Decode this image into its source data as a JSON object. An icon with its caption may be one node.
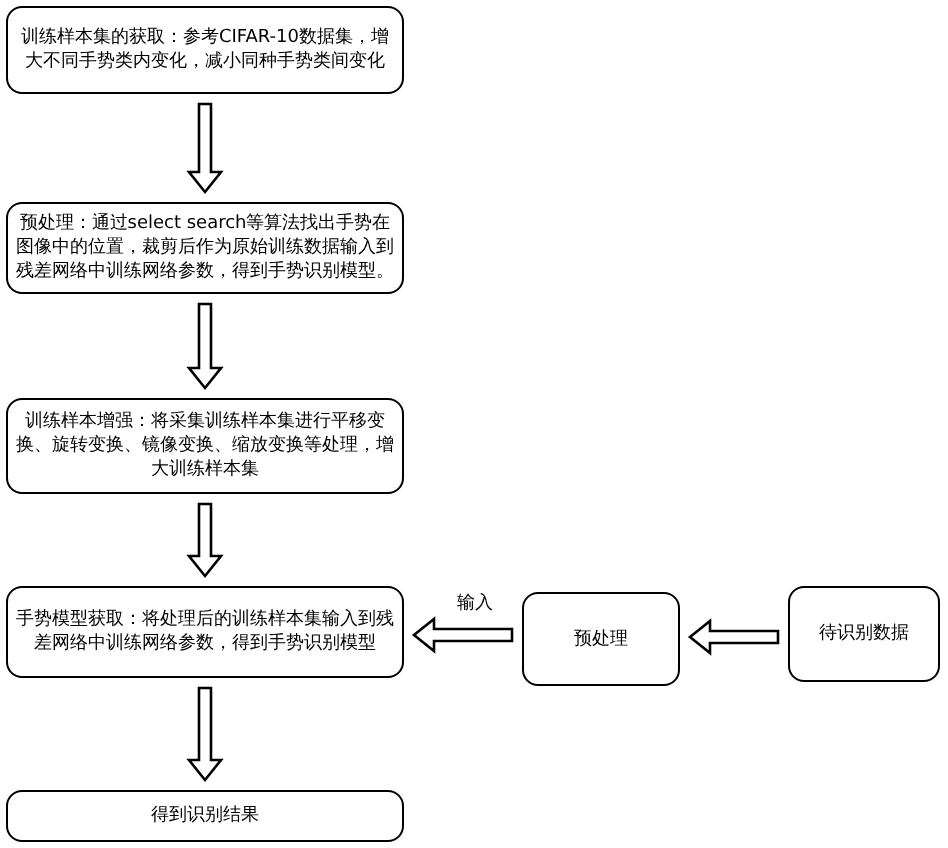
{
  "diagram": {
    "nodes": [
      {
        "text": [
          "训练样本集的获取：参考CIFAR-10数据集，增大不同手势类内变化，减小同种手势类间变化"
        ]
      },
      {
        "text": [
          "预处理：通过select search等算法找出手势在图像中的位置，裁剪后作为原始训练数据输入到残差网络中训练网络参数，得到手势识别模型。"
        ]
      },
      {
        "text": [
          "训练样本增强：将采集训练样本集进行平移变换、旋转变换、镜像变换、缩放变换等处理，增大训练样本集"
        ]
      },
      {
        "text": [
          "手势模型获取：将处理后的训练样本集输入到残差网络中训练网络参数，得到手势识别模型"
        ]
      },
      {
        "text": [
          "得到识别结果"
        ]
      },
      {
        "text": [
          "预处理"
        ]
      },
      {
        "text": [
          "待识别数据"
        ]
      }
    ],
    "edges": [
      {
        "from": 0,
        "to": 1,
        "arrow": "to"
      },
      {
        "from": 1,
        "to": 2,
        "arrow": "to"
      },
      {
        "from": 2,
        "to": 3,
        "arrow": "to"
      },
      {
        "from": 3,
        "to": 4,
        "arrow": "to"
      },
      {
        "from": 6,
        "to": 5,
        "arrow": "to"
      },
      {
        "from": 5,
        "to": 3,
        "arrow": "to",
        "label": "输入"
      }
    ]
  }
}
